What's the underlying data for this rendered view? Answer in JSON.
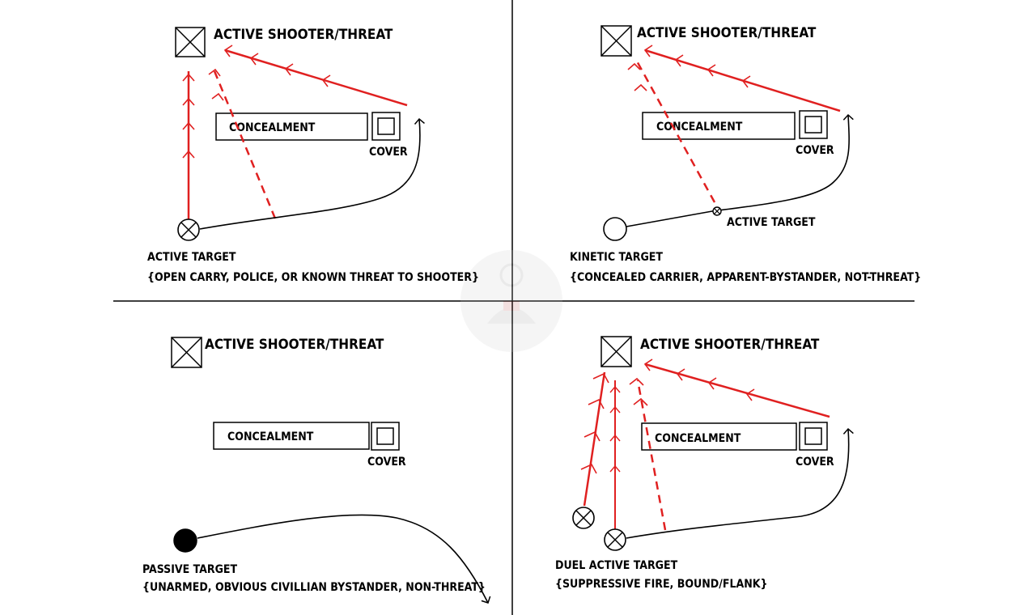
{
  "colors": {
    "red": "#e02020",
    "black": "#000000",
    "background": "#ffffff"
  },
  "labels": {
    "shooter": "ACTIVE SHOOTER/THREAT",
    "concealment": "CONCEALMENT",
    "cover": "COVER",
    "active_target_inline": "ACTIVE TARGET"
  },
  "quadrants": {
    "top_left": {
      "title": "ACTIVE TARGET",
      "desc": "{OPEN CARRY, POLICE, OR KNOWN THREAT TO SHOOTER}"
    },
    "top_right": {
      "title": "KINETIC TARGET",
      "desc": "{CONCEALED CARRIER, APPARENT-BYSTANDER, NOT-THREAT}"
    },
    "bottom_left": {
      "title": "PASSIVE TARGET",
      "desc": "{UNARMED, OBVIOUS CIVILLIAN BYSTANDER, NON-THREAT}"
    },
    "bottom_right": {
      "title": "DUEL ACTIVE TARGET",
      "desc": "{SUPPRESSIVE FIRE, BOUND/FLANK}"
    }
  }
}
